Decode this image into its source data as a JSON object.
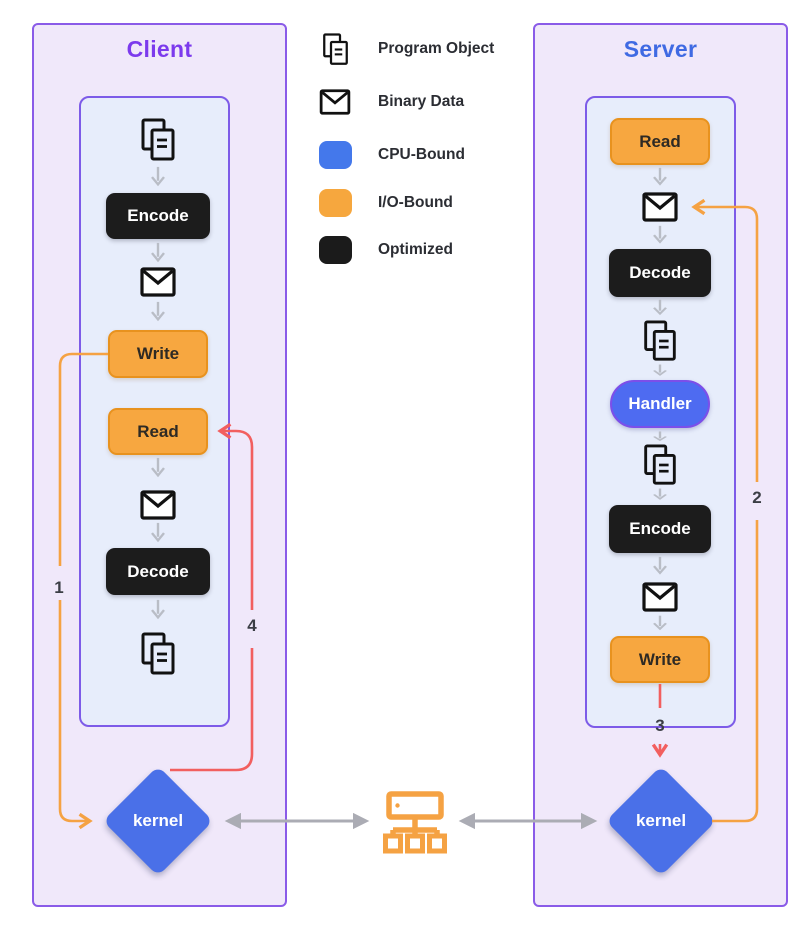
{
  "client": {
    "title": "Client",
    "kernel_label": "kernel",
    "nodes": {
      "encode": "Encode",
      "write": "Write",
      "read": "Read",
      "decode": "Decode"
    }
  },
  "server": {
    "title": "Server",
    "kernel_label": "kernel",
    "nodes": {
      "read": "Read",
      "decode": "Decode",
      "handler": "Handler",
      "encode": "Encode",
      "write": "Write"
    }
  },
  "legend": {
    "items": [
      {
        "icon": "program-object-icon",
        "label": "Program Object"
      },
      {
        "icon": "binary-data-icon",
        "label": "Binary Data"
      },
      {
        "icon": "swatch",
        "color": "#4478EB",
        "label": "CPU-Bound"
      },
      {
        "icon": "swatch",
        "color": "#F6A73E",
        "label": "I/O-Bound"
      },
      {
        "icon": "swatch",
        "color": "#1B1B1B",
        "label": "Optimized"
      }
    ]
  },
  "flow_steps": {
    "1": "1",
    "2": "2",
    "3": "3",
    "4": "4"
  },
  "colors": {
    "client_title": "#7C3AED",
    "server_title": "#3F6AE3",
    "panel_border": "#8A5BE8",
    "panel_fill": "#F0E8FA",
    "lane_fill": "#E7EDFB",
    "io_bound": "#F7A740",
    "cpu_bound": "#4478EB",
    "optimized": "#1C1C1C",
    "handler_fill": "#4E6BF1",
    "kernel_fill": "#4A70E8",
    "arrow_orange": "#F5A243",
    "arrow_red": "#F25F5F",
    "arrow_gray": "#ABACB4",
    "network_icon": "#F5A243"
  }
}
